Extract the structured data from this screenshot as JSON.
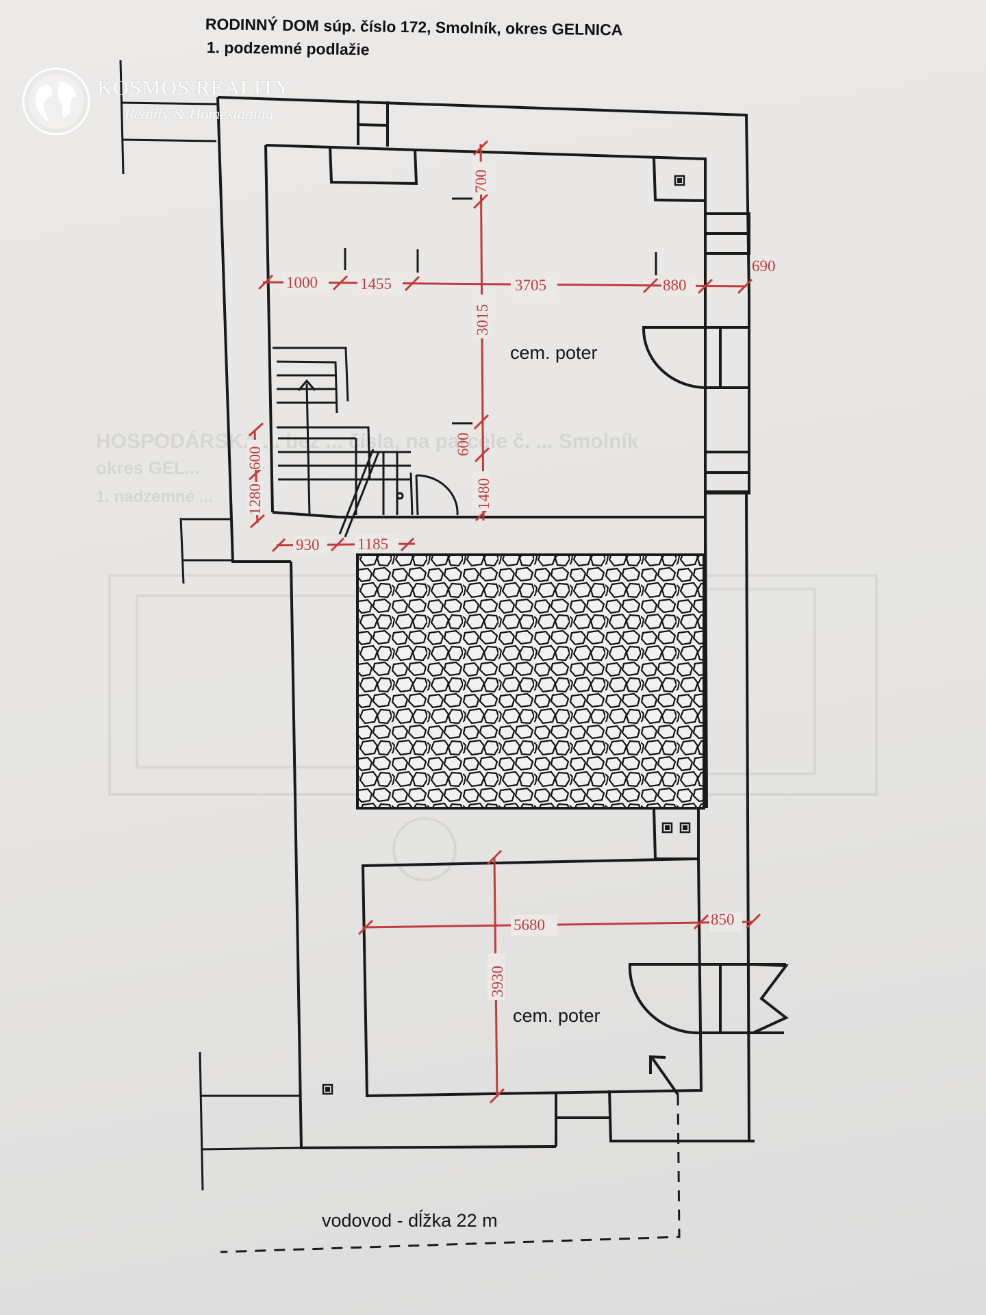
{
  "title": {
    "line1": "RODINNÝ DOM súp. číslo 172, Smolník, okres GELNICA",
    "line2": "1. podzemné podlažie"
  },
  "watermark": {
    "name": "KOSMOS REALITY",
    "tagline": "Reality & Homestaging",
    "icon": "globe-icon"
  },
  "bleed_through": {
    "line1": "HOSPODÁRSKA ... bez ... čísla, na parcele č. ... Smolník",
    "line2": "okres GEL...",
    "line3": "1. nadzemné ..."
  },
  "rooms": [
    {
      "label": "cem. poter"
    },
    {
      "label": "cem. poter"
    }
  ],
  "dimensions": {
    "d1000": "1000",
    "d1455": "1455",
    "d3705": "3705",
    "d880": "880",
    "d690": "690",
    "d700": "700",
    "d3015": "3015",
    "d600a": "600",
    "d1480": "1480",
    "d1280": "1280",
    "d600b": "600",
    "d930": "930",
    "d1185": "1185",
    "d5680": "5680",
    "d850": "850",
    "d3930": "3930"
  },
  "water_line_label": "vodovod - dĺžka 22 m",
  "colors": {
    "dimension": "#c23b3b",
    "wall": "#1a1a1a",
    "paper": "#e8e7e5"
  }
}
